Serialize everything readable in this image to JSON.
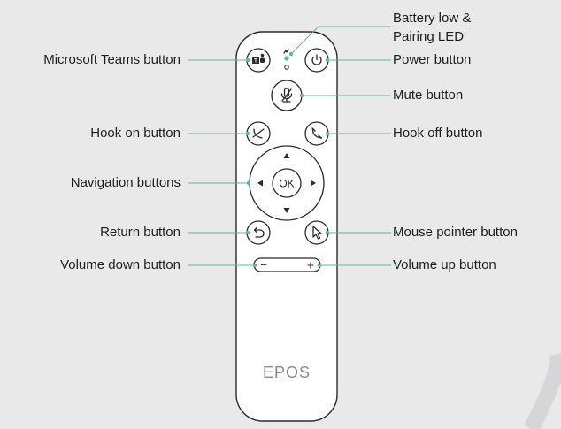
{
  "labels": {
    "battery_low_pairing_led_line1": "Battery low &",
    "battery_low_pairing_led_line2": "Pairing LED",
    "power_button": "Power button",
    "mute_button": "Mute button",
    "hook_off_button": "Hook off button",
    "mouse_pointer_button": "Mouse pointer button",
    "volume_up_button": "Volume up button",
    "microsoft_teams_button": "Microsoft Teams button",
    "hook_on_button": "Hook on button",
    "navigation_buttons": "Navigation buttons",
    "return_button": "Return button",
    "volume_down_button": "Volume down button"
  },
  "remote": {
    "ok_label": "OK",
    "volume_minus": "−",
    "volume_plus": "+",
    "brand": "EPOS"
  },
  "colors": {
    "leader": "#5fb3a8",
    "background": "#e9e9ea",
    "remote_body": "#ffffff",
    "outline": "#2a2a2a"
  },
  "icons": {
    "teams": "microsoft-teams-icon",
    "power": "power-icon",
    "mute": "microphone-mute-icon",
    "hook_on": "hook-on-handset-icon",
    "hook_off": "hook-off-handset-icon",
    "return": "return-arrow-icon",
    "mouse_pointer": "mouse-pointer-icon",
    "nav_up": "arrow-up-icon",
    "nav_down": "arrow-down-icon",
    "nav_left": "arrow-left-icon",
    "nav_right": "arrow-right-icon",
    "led": "led-indicator-icon"
  }
}
